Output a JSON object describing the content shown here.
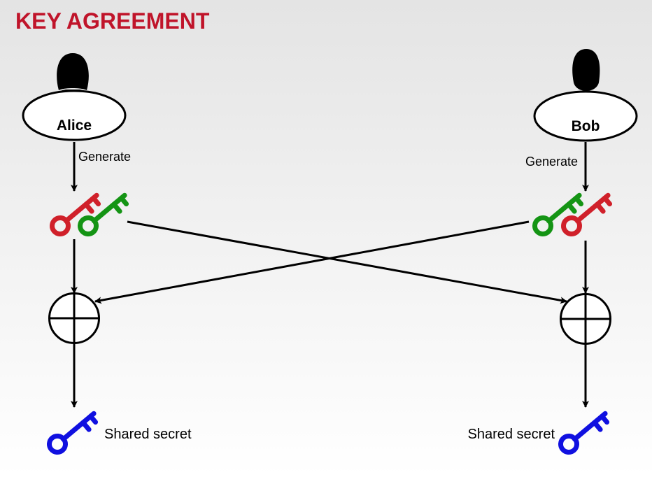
{
  "title": "KEY AGREEMENT",
  "colors": {
    "title": "#c0142a",
    "private_key": "#d0202a",
    "public_key": "#149414",
    "shared_key": "#1010e0",
    "line": "#000000"
  },
  "parties": {
    "alice": {
      "name": "Alice",
      "generate_label": "Generate",
      "secret_label": "Shared secret"
    },
    "bob": {
      "name": "Bob",
      "generate_label": "Generate",
      "secret_label": "Shared secret"
    }
  }
}
